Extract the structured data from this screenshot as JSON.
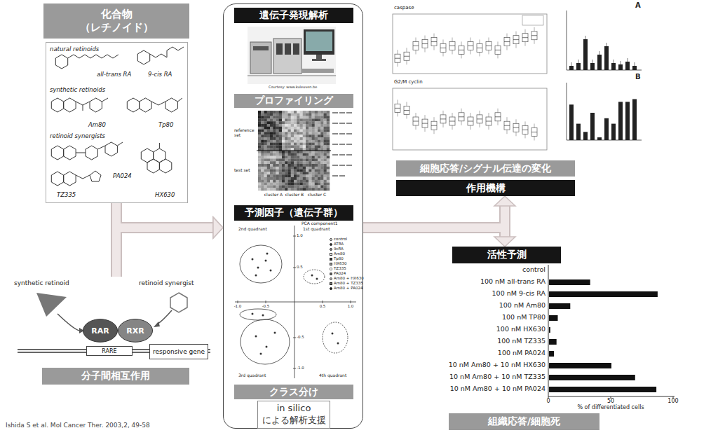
{
  "diagram": {
    "nodes": [
      {
        "text": [
          "化合物 （レチノイド）"
        ]
      },
      {
        "text": [
          "natural retinoids",
          "all-trans RA",
          "9-cis RA",
          "synthetic retinoids",
          "Am80",
          "Tp80",
          "retinoid synergists",
          "PA024",
          "TZ335",
          "HX630"
        ]
      },
      {
        "text": [
          "分子間相互作用"
        ]
      },
      {
        "text": [
          "RAR"
        ],
        "in": 2
      },
      {
        "text": [
          "RXR"
        ],
        "in": 2
      },
      {
        "text": [
          "RARE"
        ],
        "in": 2
      },
      {
        "text": [
          "responsive gene"
        ],
        "in": 2
      },
      {
        "text": [
          "in silico による解析支援"
        ]
      },
      {
        "text": [
          "遺伝子発現解析"
        ],
        "in": 7
      },
      {
        "text": [
          "プロファイリング"
        ],
        "in": 7
      },
      {
        "text": [
          "予測因子（遺伝子群）"
        ],
        "in": 7
      },
      {
        "text": [
          "クラス分け"
        ],
        "in": 7
      },
      {
        "text": [
          "細胞応答/シグナル伝達の変化"
        ]
      },
      {
        "text": [
          "作用機構"
        ]
      },
      {
        "text": [
          "活性予測"
        ]
      },
      {
        "text": [
          "組織応答/細胞死"
        ]
      }
    ],
    "edges": [
      {
        "from": 1,
        "to": 7,
        "arrow": "to"
      },
      {
        "from": 2,
        "to": 7,
        "arrow": "to"
      },
      {
        "from": 7,
        "to": 13,
        "arrow": "to"
      },
      {
        "from": 7,
        "to": 14,
        "arrow": "to"
      }
    ],
    "labels": [
      "synthetic retinoid",
      "retinoid synergist",
      "Ishida S et al. Mol Cancer Ther. 2003,2, 49-58",
      "Courtesy: www.kuleuven.be",
      "reference set",
      "test set",
      "cluster A",
      "cluster B",
      "cluster C",
      "PCA component1",
      "2nd quadrant",
      "1st quadrant",
      "3rd quadrant",
      "4th quadrant",
      "1.0",
      "0.5",
      "-0.5",
      "-1.0",
      "-1.0",
      "-0.5",
      "0.5",
      "1.0",
      "caspase",
      "G2/M cyclin",
      "A",
      "B",
      "control",
      "100 nM all-trans RA",
      "100 nM 9-cis RA",
      "100 nM Am80",
      "100 nM TP80",
      "100 nM HX630",
      "100 nM TZ335",
      "100 nM PA024",
      "10 nM Am80 + 10 nM HX630",
      "10 nM Am80 + 10 nM TZ335",
      "10 nM Am80 + 10 nM PA024",
      "0",
      "50",
      "100",
      "% of differentiated cells"
    ],
    "legend": [
      {
        "text": "control"
      },
      {
        "text": "ATRA"
      },
      {
        "text": "9cRA"
      },
      {
        "text": "Am80"
      },
      {
        "text": "Tp80"
      },
      {
        "text": "HX630"
      },
      {
        "text": "TZ335"
      },
      {
        "text": "PA024"
      },
      {
        "text": "Am80 + HX630"
      },
      {
        "text": "Am80 + TZ335"
      },
      {
        "text": "Am80 + PA024"
      }
    ]
  }
}
